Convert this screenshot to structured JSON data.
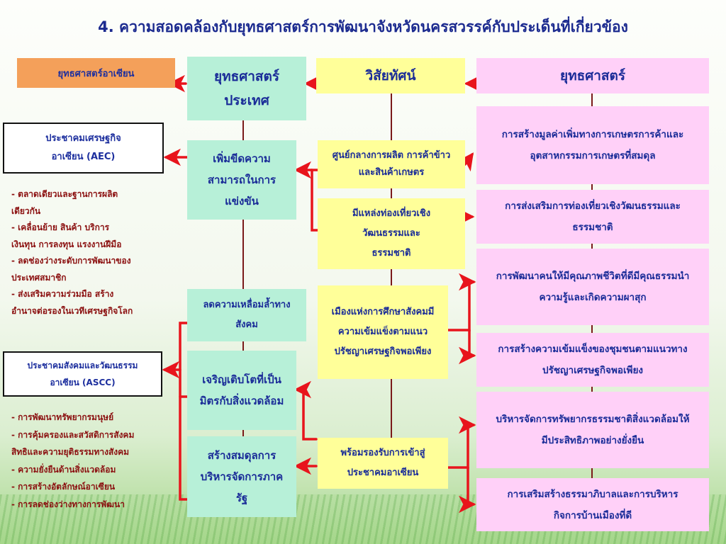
{
  "title": "4. ความสอดคล้องกับยุทธศาสตร์การพัฒนาจังหวัดนครสวรรค์กับประเด็นที่เกี่ยวข้อง",
  "asean_strategy": "ยุทธศาสตร์อาเซียน",
  "headers": {
    "country": "ยุทธศาสตร์ประเทศ",
    "vision": "วิสัยทัศน์",
    "strategy": "ยุทธศาสตร์"
  },
  "aec": {
    "line1": "ประชาคมเศรษฐกิจ",
    "line2": "อาเซียน (AEC)"
  },
  "aec_items": [
    "- ตลาดเดียวและฐานการผลิต",
    "เดียวกัน",
    "- เคลื่อนย้าย สินค้า บริการ",
    "เงินทุน การลงทุน แรงงานฝีมือ",
    "- ลดช่องว่างระดับการพัฒนาของ",
    "ประเทศสมาชิก",
    "- ส่งเสริมความร่วมมือ สร้าง",
    "อำนาจต่อรองในเวทีเศรษฐกิจโลก"
  ],
  "ascc": {
    "line1": "ประชาคมสังคมและวัฒนธรรม",
    "line2": "อาเซียน (ASCC)"
  },
  "ascc_items": [
    "- การพัฒนาทรัพยากรมนุษย์",
    "- การคุ้มครองและสวัสดิการสังคม",
    "  สิทธิและความยุติธรรมทางสังคม",
    "- ความยั่งยืนด้านสิ่งแวดล้อม",
    "- การสร้างอัตลักษณ์อาเซียน",
    "- การลดช่องว่างทางการพัฒนา"
  ],
  "country_items": [
    "เพิ่มขีดความสามารถในการแข่งขัน",
    "ลดความเหลื่อมล้ำทางสังคม",
    "เจริญเติบโตที่เป็นมิตรกับสิ่งแวดล้อม",
    "สร้างสมดุลการบริหารจัดการภาครัฐ"
  ],
  "vision_items": [
    "ศูนย์กลางการผลิต การค้าข้าว และสินค้าเกษตร",
    "มีแหล่งท่องเที่ยวเชิงวัฒนธรรมและธรรมชาติ",
    "เมืองแห่งการศึกษาสังคมมีความเข้มแข็งตามแนวปรัชญาเศรษฐกิจพอเพียง",
    "พร้อมรองรับการเข้าสู่ประชาคมอาเซียน"
  ],
  "strategy_items": [
    "การสร้างมูลค่าเพิ่มทางการเกษตรการค้าและอุตสาหกรรมการเกษตรที่สมดุล",
    "การส่งเสริมการท่องเที่ยวเชิงวัฒนธรรมและธรรมชาติ",
    "การพัฒนาคนให้มีคุณภาพชีวิตที่ดีมีคุณธรรมนำความรู้และเกิดความผาสุก",
    "การสร้างความเข้มแข็งของชุมชนตามแนวทางปรัชญาเศรษฐกิจพอเพียง",
    "บริหารจัดการทรัพยากรธรรมชาติสิ่งแวดล้อมให้มีประสิทธิภาพอย่างยั่งยืน",
    "การเสริมสร้างธรรมาภิบาลและการบริหารกิจการบ้านเมืองที่ดี"
  ],
  "colors": {
    "title": "#1b2a8f",
    "arrow": "#e8141c",
    "list_text": "#8b1010",
    "connector": "#7a1a1a"
  }
}
